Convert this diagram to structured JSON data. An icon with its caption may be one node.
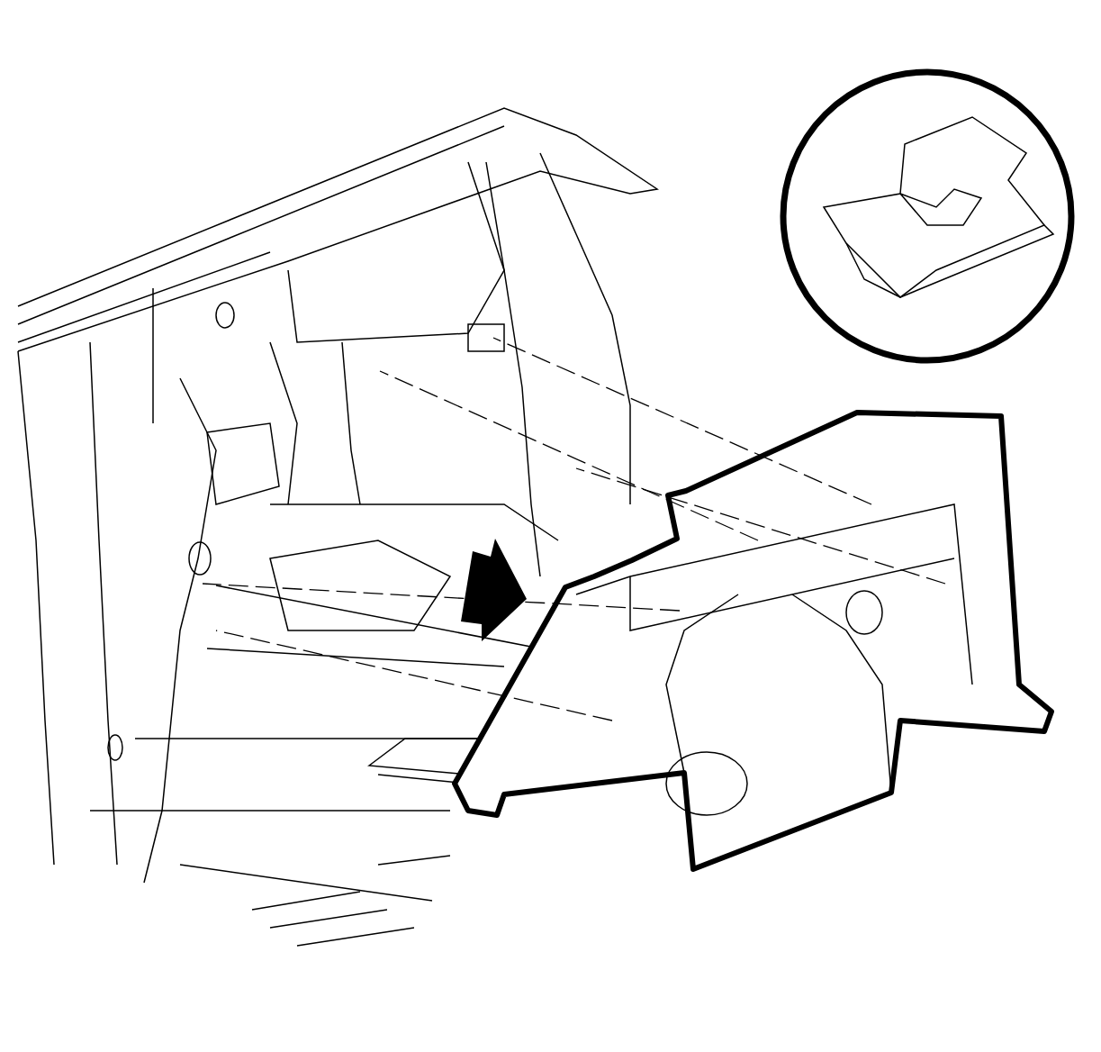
{
  "diagram": {
    "nodes": [
      {
        "text": [],
        "shape": "picture"
      },
      {
        "text": [],
        "shape": "picture"
      },
      {
        "text": [],
        "shape": "circle"
      }
    ],
    "edges": [
      {
        "from": 1,
        "to": 0,
        "arrow": "none",
        "style": "dashed"
      },
      {
        "from": 1,
        "to": 0,
        "arrow": "none",
        "style": "dashed"
      },
      {
        "from": 1,
        "to": 0,
        "arrow": "none",
        "style": "dashed"
      },
      {
        "from": 1,
        "to": 0,
        "arrow": "none",
        "style": "dashed"
      },
      {
        "from": 1,
        "to": 0,
        "arrow": "none",
        "style": "dashed"
      }
    ]
  }
}
